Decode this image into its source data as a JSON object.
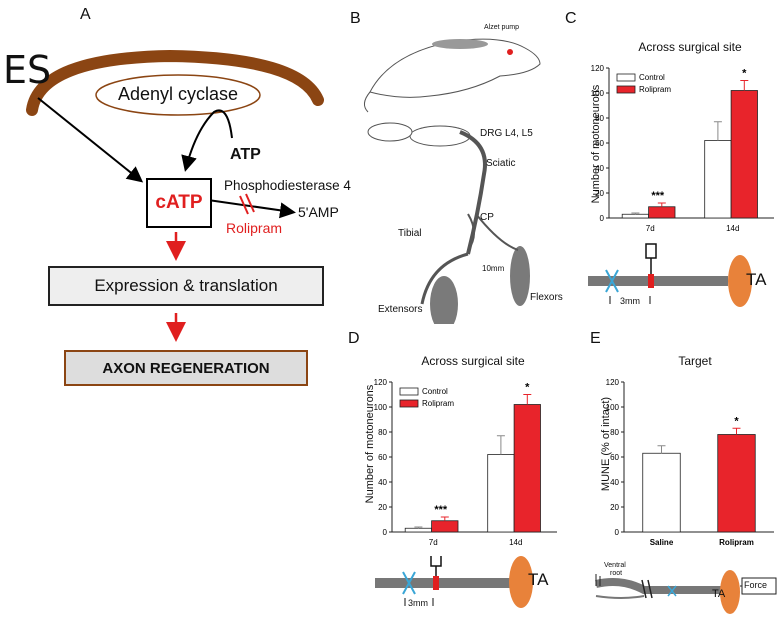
{
  "panel_labels": {
    "a": "A",
    "b": "B",
    "c": "C",
    "d": "D",
    "e": "E"
  },
  "panel_a": {
    "es": "ES",
    "adenyl": "Adenyl cyclase",
    "atp": "ATP",
    "catp": "cATP",
    "pde": "Phosphodiesterase 4",
    "rolipram": "Rolipram",
    "amp": "5'AMP",
    "expression": "Expression & translation",
    "axon": "AXON REGENERATION",
    "colors": {
      "arc": "#8b4513",
      "red": "#e01f1f",
      "ellipse": "#8b4513"
    }
  },
  "panel_b": {
    "alzet": "Alzet pump",
    "drg": "DRG L4, L5",
    "sciatic": "Sciatic",
    "cp": "CP",
    "tibial": "Tibial",
    "dist": "10mm",
    "extensors": "Extensors",
    "flexors": "Flexors"
  },
  "panel_c_schematic": {
    "scale": "3mm",
    "ta": "TA"
  },
  "panel_d_schematic": {
    "scale": "3mm",
    "ta": "TA"
  },
  "panel_e_schematic": {
    "ventral": "Ventral",
    "root": "root",
    "ta": "TA",
    "force": "Force"
  },
  "chart_data": [
    {
      "id": "C",
      "type": "bar",
      "title": "Across surgical site",
      "ylabel": "Number of motoneurons",
      "ylim": [
        0,
        120
      ],
      "yticks": [
        0,
        20,
        40,
        60,
        80,
        100,
        120
      ],
      "categories": [
        "7d",
        "14d"
      ],
      "series": [
        {
          "name": "Control",
          "color": "#ffffff",
          "values": [
            3,
            62
          ],
          "err": [
            1,
            15
          ]
        },
        {
          "name": "Rolipram",
          "color": "#e8242b",
          "values": [
            9,
            102
          ],
          "err": [
            3,
            8
          ]
        }
      ],
      "annotations": [
        {
          "category": "7d",
          "text": "***"
        },
        {
          "category": "14d",
          "text": "*"
        }
      ]
    },
    {
      "id": "D",
      "type": "bar",
      "title": "Across surgical site",
      "ylabel": "Number of motoneurons",
      "ylim": [
        0,
        120
      ],
      "yticks": [
        0,
        20,
        40,
        60,
        80,
        100,
        120
      ],
      "categories": [
        "7d",
        "14d"
      ],
      "series": [
        {
          "name": "Control",
          "color": "#ffffff",
          "values": [
            3,
            62
          ],
          "err": [
            1,
            15
          ]
        },
        {
          "name": "Rolipram",
          "color": "#e8242b",
          "values": [
            9,
            102
          ],
          "err": [
            3,
            8
          ]
        }
      ],
      "annotations": [
        {
          "category": "7d",
          "text": "***"
        },
        {
          "category": "14d",
          "text": "*"
        }
      ]
    },
    {
      "id": "E",
      "type": "bar",
      "title": "Target",
      "ylabel": "MUNE (% of intact)",
      "ylim": [
        0,
        120
      ],
      "yticks": [
        0,
        20,
        40,
        60,
        80,
        100,
        120
      ],
      "categories": [
        "Saline",
        "Rolipram"
      ],
      "series": [
        {
          "name": "",
          "values": [
            63,
            78
          ],
          "err": [
            6,
            5
          ],
          "colors": [
            "#ffffff",
            "#e8242b"
          ]
        }
      ],
      "annotations": [
        {
          "category": "Rolipram",
          "text": "*"
        }
      ]
    }
  ]
}
